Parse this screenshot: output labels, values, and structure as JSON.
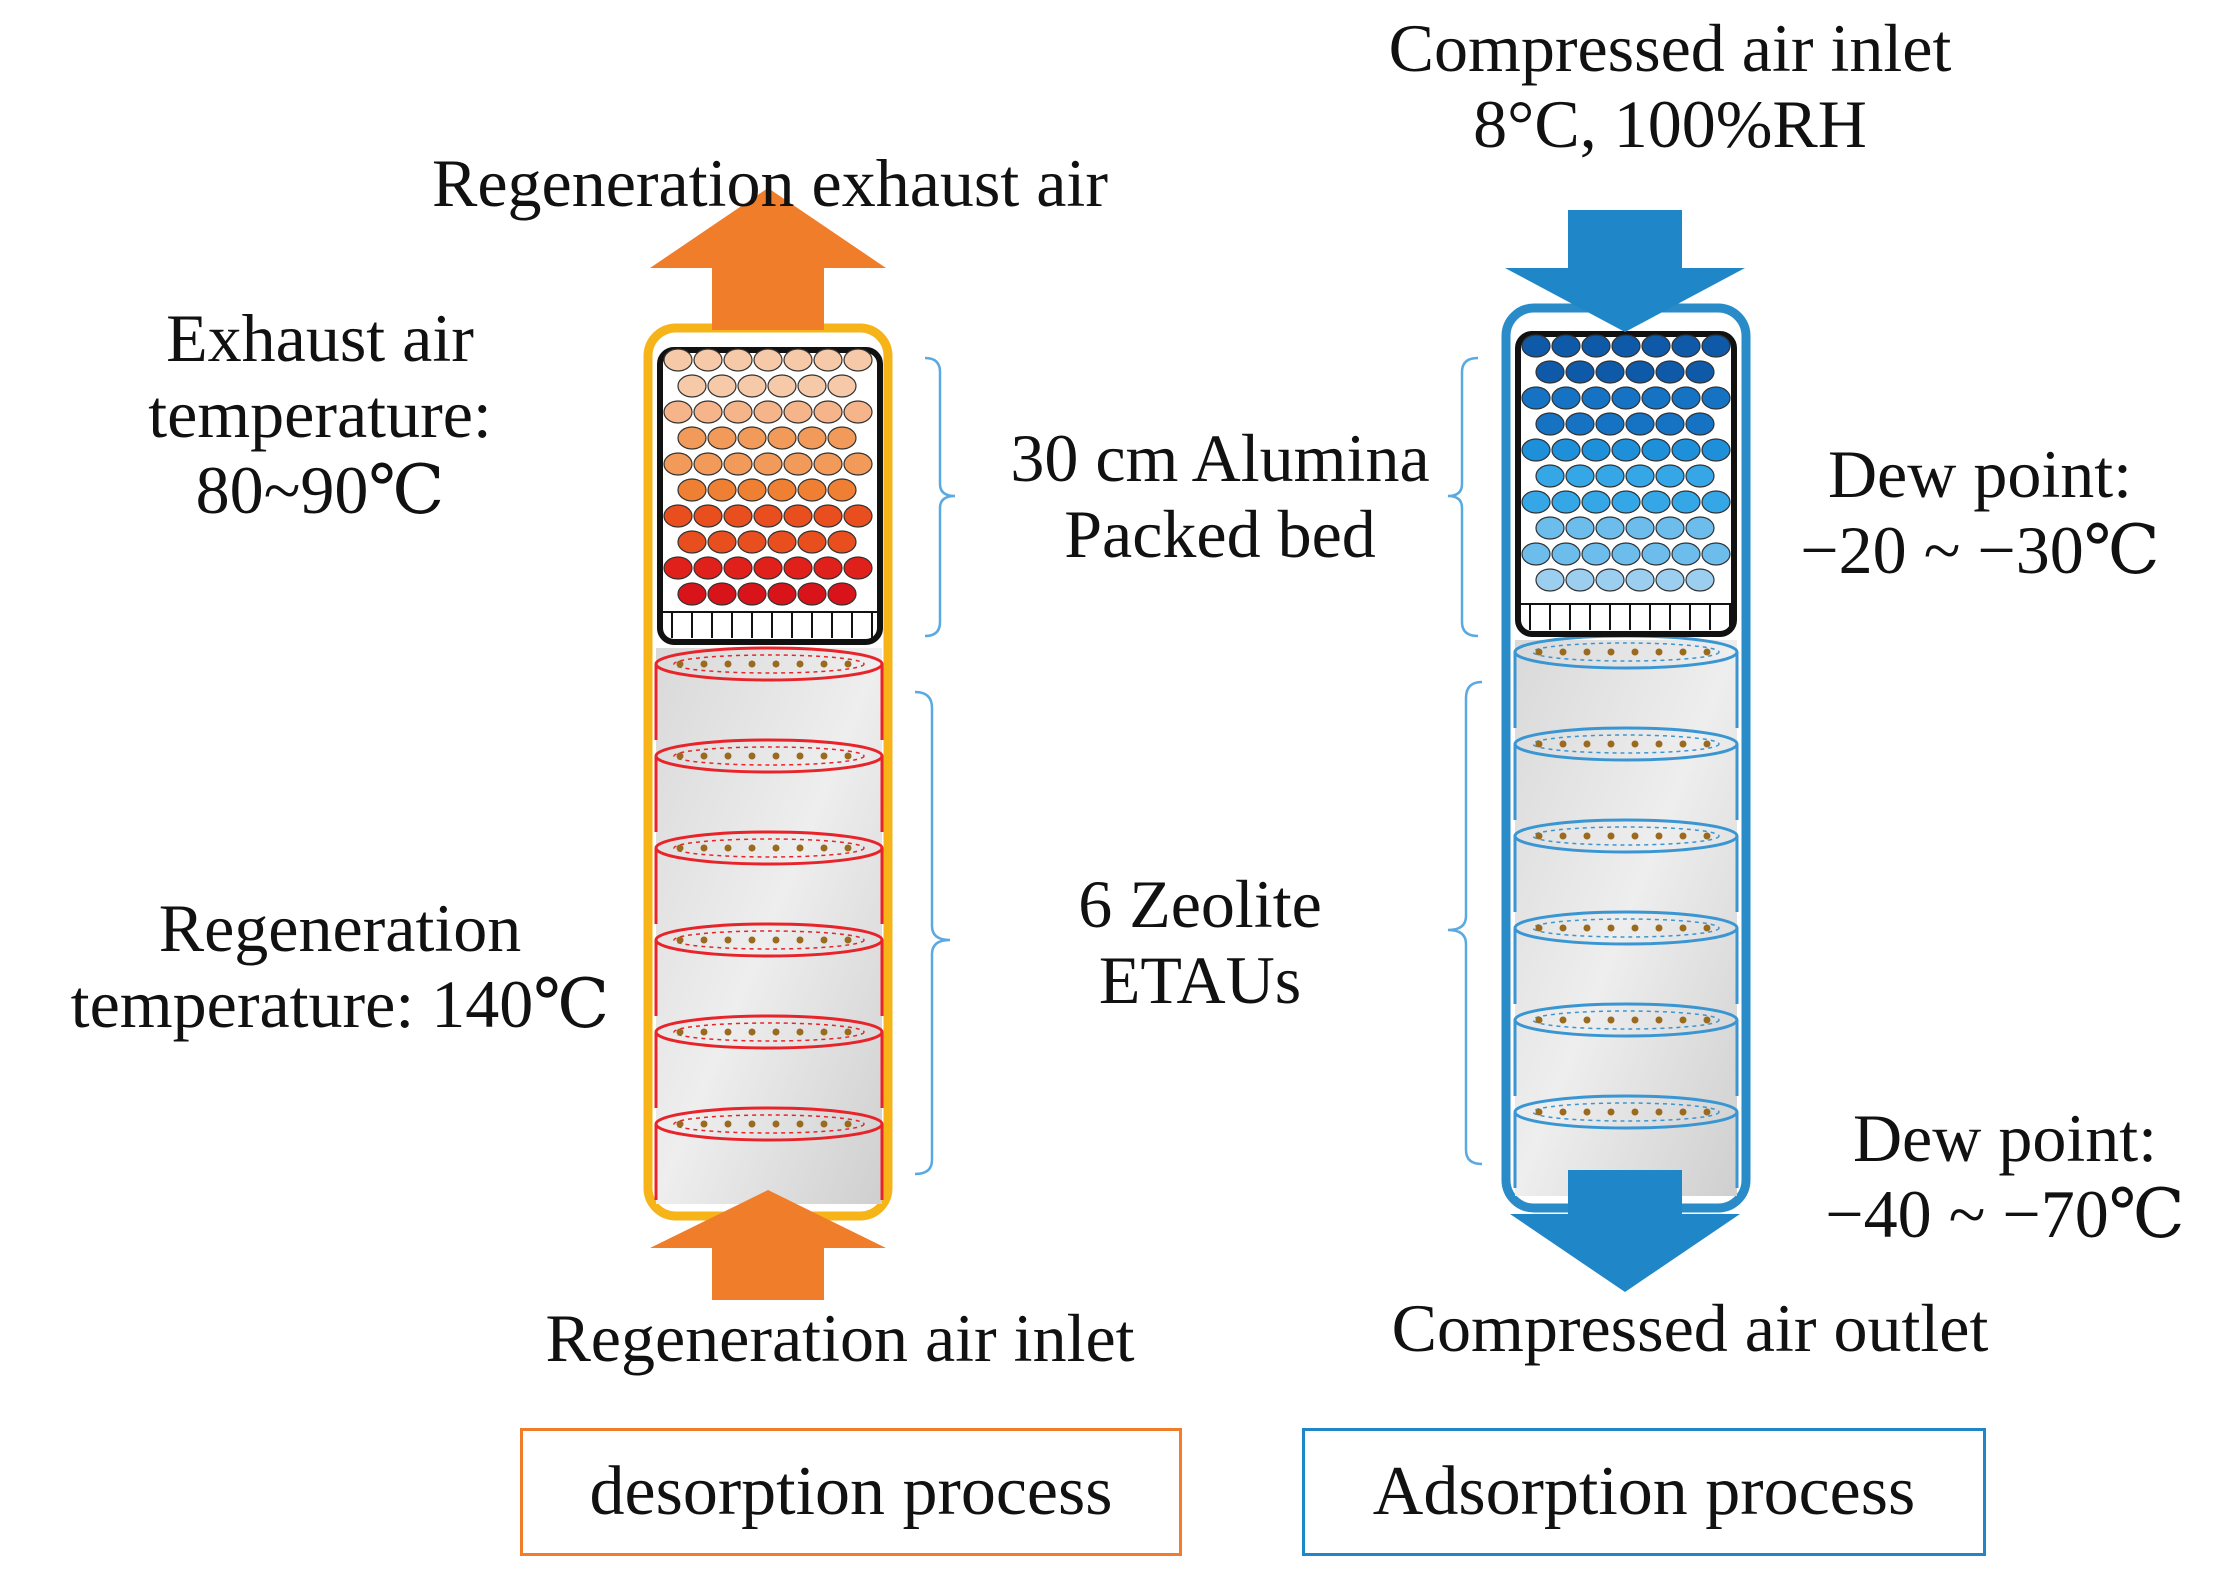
{
  "colors": {
    "desorption_accent": "#f07d2a",
    "adsorption_accent": "#1f86c8",
    "desorption_shell": "#f6b418",
    "adsorption_shell": "#2a8bc9",
    "zeolite_ring_desorption": "#e8242a",
    "zeolite_ring_adsorption": "#3a96d2",
    "bracket": "#5aa9e0"
  },
  "icons": {
    "up_arrow": "up-arrow-icon",
    "down_arrow": "down-arrow-icon"
  },
  "desorption": {
    "exhaust_title": "Regeneration exhaust air",
    "exhaust_temp_line1": "Exhaust air",
    "exhaust_temp_line2": "temperature:",
    "exhaust_temp_line3": "80~90℃",
    "regen_temp_line1": "Regeneration",
    "regen_temp_line2": "temperature: 140℃",
    "inlet_label": "Regeneration air inlet",
    "process_label": "desorption process"
  },
  "center": {
    "alumina_line1": "30 cm Alumina",
    "alumina_line2": "Packed bed",
    "zeolite_line1": "6  Zeolite",
    "zeolite_line2": "ETAUs"
  },
  "adsorption": {
    "inlet_line1": "Compressed air inlet",
    "inlet_line2": "8°C, 100%RH",
    "dew_top_line1": "Dew point:",
    "dew_top_line2": "−20 ~ −30℃",
    "dew_bottom_line1": "Dew point:",
    "dew_bottom_line2": "−40 ~ −70℃",
    "outlet_label": "Compressed air outlet",
    "process_label": "Adsorption process"
  }
}
